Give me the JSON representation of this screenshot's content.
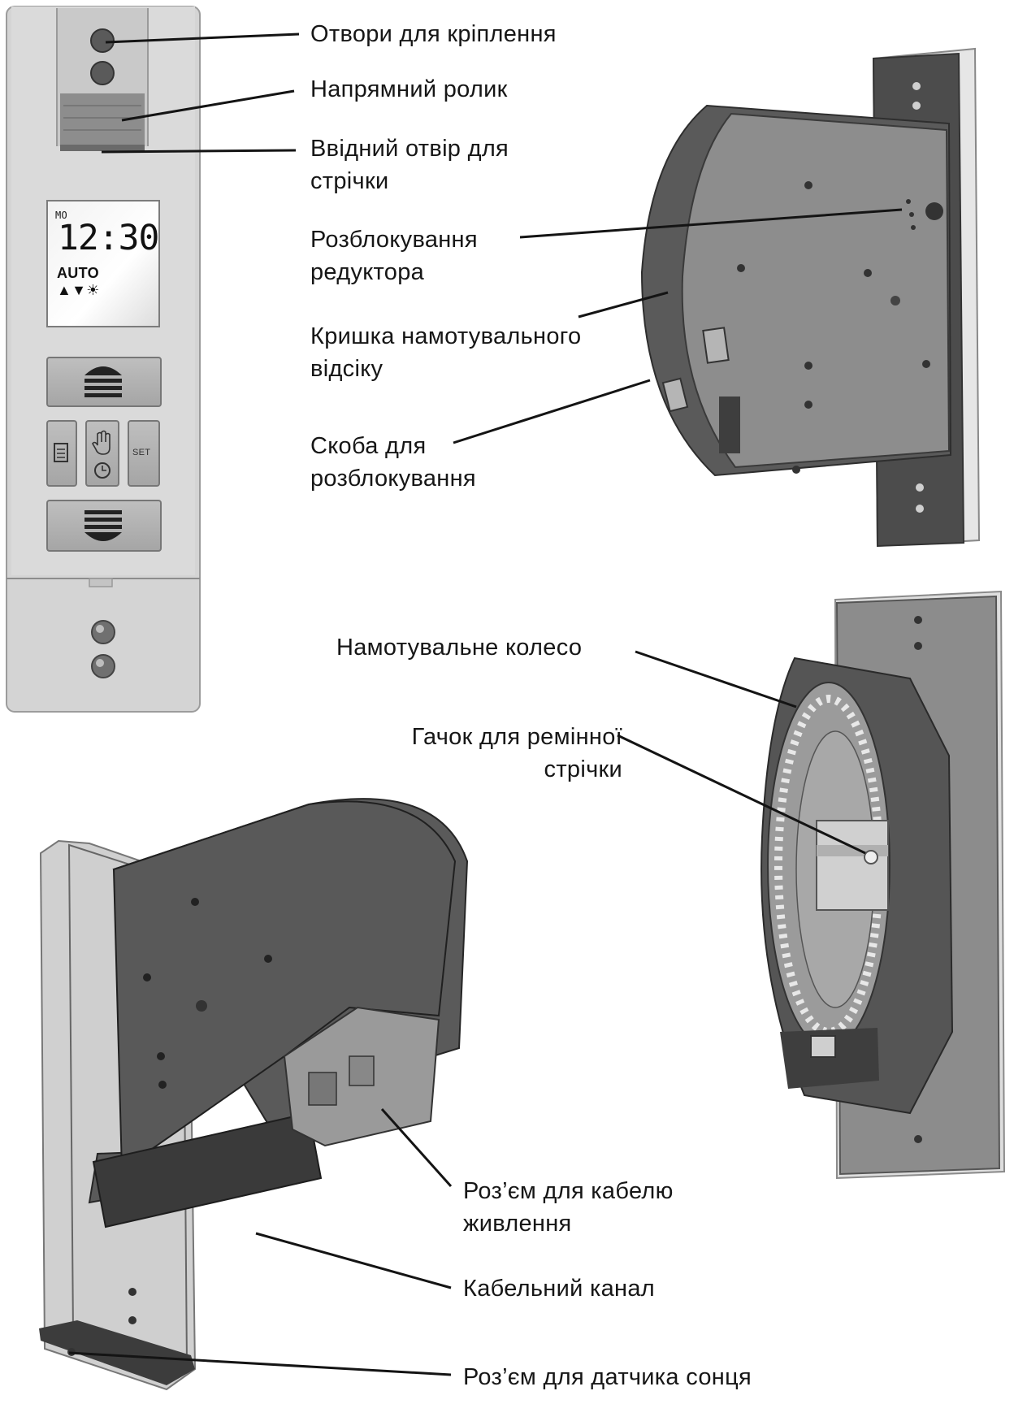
{
  "display": {
    "day": "MO",
    "time": "12:30",
    "mode": "AUTO",
    "set_button": "SET"
  },
  "labels": {
    "mounting_holes": "Отвори для кріплення",
    "guide_roller": "Напрямний ролик",
    "strap_inlet_1": "Ввідний отвір для",
    "strap_inlet_2": "стрічки",
    "gear_unlock_1": "Розблокування",
    "gear_unlock_2": "редуктора",
    "winding_cover_1": "Кришка намотувального",
    "winding_cover_2": "відсіку",
    "unlock_bracket_1": "Скоба для",
    "unlock_bracket_2": "розблокування",
    "winding_wheel": "Намотувальне колесо",
    "strap_hook_1": "Гачок для ремінної",
    "strap_hook_2": "стрічки",
    "power_connector_1": "Роз’єм для кабелю",
    "power_connector_2": "живлення",
    "cable_channel": "Кабельний канал",
    "sun_sensor_connector": "Роз’єм для датчика сонця"
  },
  "colors": {
    "housing": "#d6d6d6",
    "housing_edge": "#9a9a9a",
    "dark_body": "#4a4a4a",
    "mid_body": "#8a8a8a",
    "line": "#141414"
  }
}
